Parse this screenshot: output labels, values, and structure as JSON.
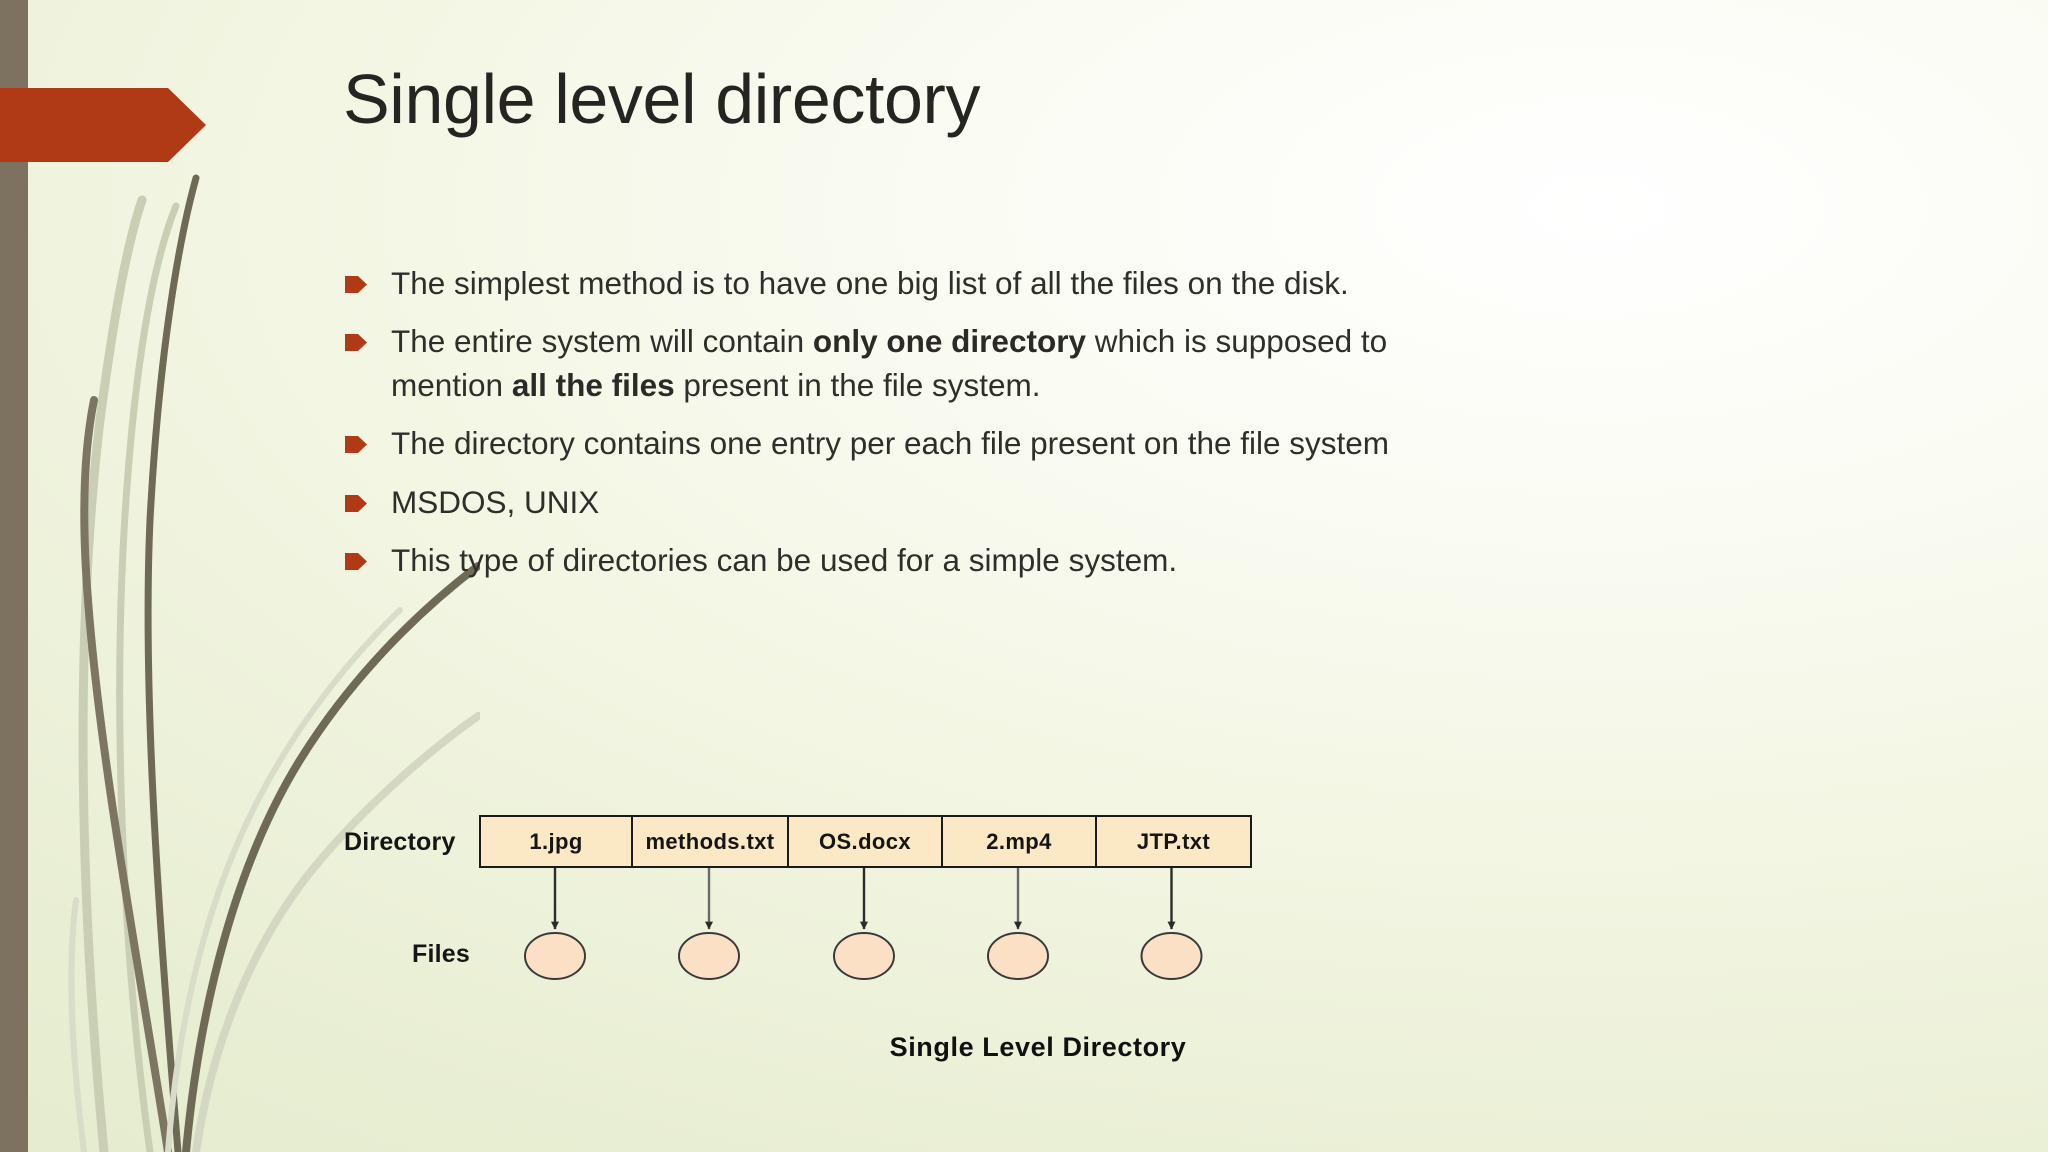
{
  "slide": {
    "title": "Single level directory",
    "accent_color": "#b03a16",
    "band_color": "#7d7260",
    "background_color": "#e8eed3"
  },
  "bullets": [
    {
      "marker": "arrow-bullet-icon",
      "segments": [
        {
          "text": "The simplest method is to have one big list of all the files on the disk.",
          "bold": false
        }
      ]
    },
    {
      "marker": "arrow-bullet-icon",
      "segments": [
        {
          "text": "The entire system will contain ",
          "bold": false
        },
        {
          "text": "only one directory",
          "bold": true
        },
        {
          "text": " which is supposed to mention ",
          "bold": false
        },
        {
          "text": "all the files",
          "bold": true
        },
        {
          "text": " present in the file system.",
          "bold": false
        }
      ]
    },
    {
      "marker": "arrow-bullet-icon",
      "segments": [
        {
          "text": "The directory contains one entry per each file present on the file system",
          "bold": false
        }
      ]
    },
    {
      "marker": "arrow-bullet-icon",
      "segments": [
        {
          "text": "MSDOS, UNIX",
          "bold": false
        }
      ]
    },
    {
      "marker": "arrow-bullet-icon",
      "segments": [
        {
          "text": "This type of directories can be used for a simple system.",
          "bold": false
        }
      ]
    }
  ],
  "diagram": {
    "directory_label": "Directory",
    "files_label": "Files",
    "caption": "Single Level Directory",
    "cell_fill": "#fbe8c4",
    "cell_border": "#1a1a1a",
    "node_fill": "#fce0c6",
    "node_border": "#3a3a3a",
    "entries": [
      {
        "name": "1.jpg",
        "width": 152
      },
      {
        "name": "methods.txt",
        "width": 156
      },
      {
        "name": "OS.docx",
        "width": 154
      },
      {
        "name": "2.mp4",
        "width": 154
      },
      {
        "name": "JTP.txt",
        "width": 153
      }
    ]
  }
}
